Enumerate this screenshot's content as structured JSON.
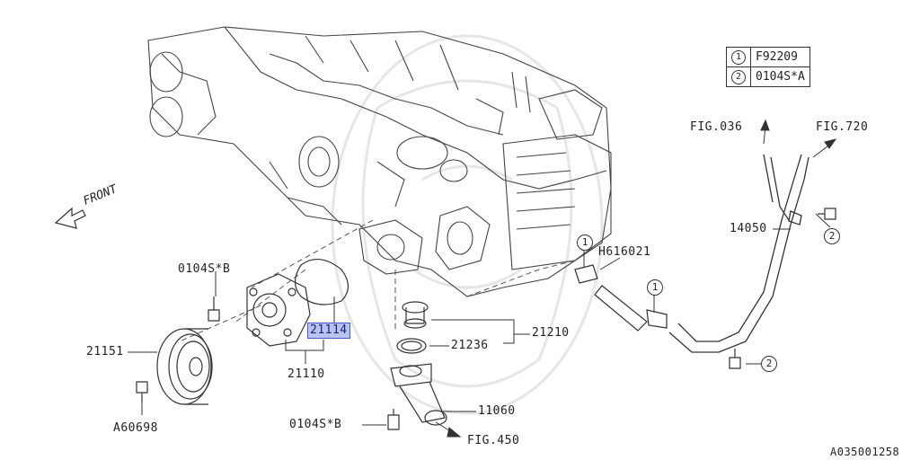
{
  "diagram": {
    "front_label": "FRONT",
    "legend": [
      {
        "num": "1",
        "ref": "F92209"
      },
      {
        "num": "2",
        "ref": "0104S*A"
      }
    ],
    "labels": {
      "fig036": "FIG.036",
      "fig720": "FIG.720",
      "fig450": "FIG.450",
      "p14050": "14050",
      "h616021": "H616021",
      "p21210": "21210",
      "p21236": "21236",
      "p21114": "21114",
      "p21110": "21110",
      "p21151": "21151",
      "bolt_b_top": "0104S*B",
      "bolt_b_bottom": "0104S*B",
      "a60698": "A60698",
      "p11060": "11060",
      "image_code": "A035001258"
    },
    "callouts": {
      "c1a": "1",
      "c1b": "1",
      "c2a": "2",
      "c2b": "2"
    }
  }
}
